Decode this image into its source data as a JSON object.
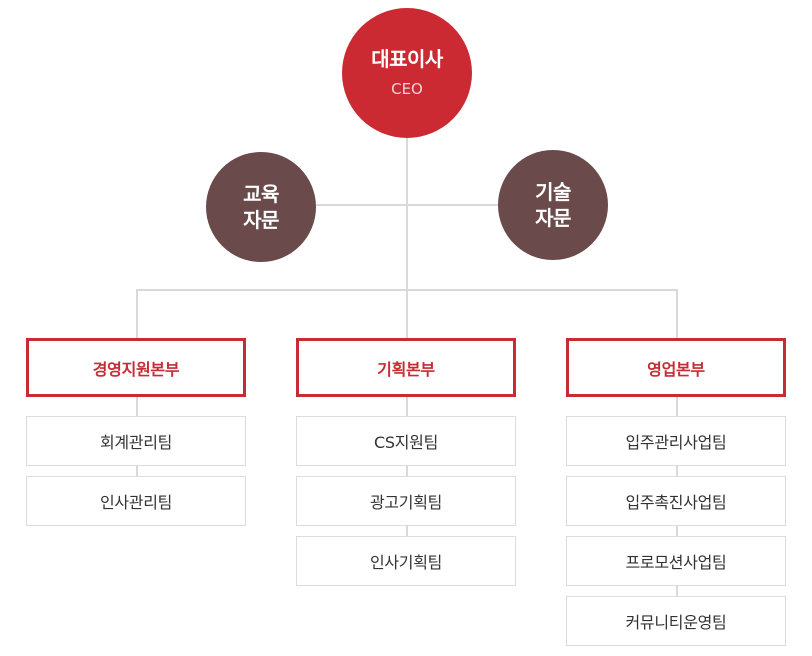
{
  "ceo": {
    "title": "대표이사",
    "subtitle": "CEO"
  },
  "advisors": [
    {
      "line1": "교육",
      "line2": "자문"
    },
    {
      "line1": "기술",
      "line2": "자문"
    }
  ],
  "divisions": [
    {
      "name": "경영지원본부",
      "teams": [
        "회계관리팀",
        "인사관리팀"
      ]
    },
    {
      "name": "기획본부",
      "teams": [
        "CS지원팀",
        "광고기획팀",
        "인사기획팀"
      ]
    },
    {
      "name": "영업본부",
      "teams": [
        "입주관리사업팀",
        "입주촉진사업팀",
        "프로모션사업팀",
        "커뮤니티운영팀"
      ]
    }
  ],
  "colors": {
    "ceo_fill": "#cc2a33",
    "advisor_fill": "#6a4a4a",
    "division_border": "#c52c34",
    "connector": "#d9d9d9"
  }
}
